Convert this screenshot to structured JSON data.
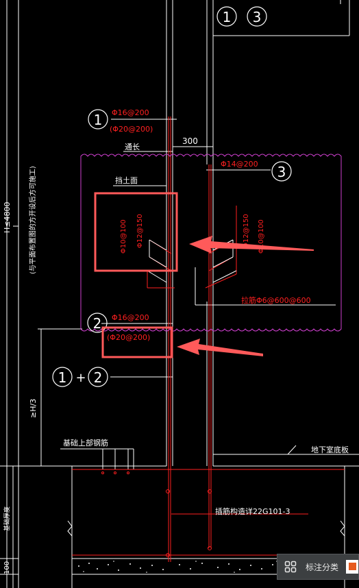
{
  "drawing": {
    "bubble_1": "1",
    "bubble_2": "2",
    "bubble_3": "3",
    "plus": "+",
    "rebar_1_main": "Φ16@200",
    "rebar_1_alt": "(Φ20@200)",
    "through_length": "通长",
    "dim_300": "300",
    "rebar_3": "Φ14@200",
    "retaining_face": "挡土面",
    "rebar_left_outer": "Φ10@100",
    "rebar_left_inner": "Φ12@150",
    "rebar_right_outer": "Φ12@150",
    "rebar_right_inner": "Φ10@100",
    "tie_bars": "拉筋Φ6@600@600",
    "rebar_2_main": "Φ16@200",
    "rebar_2_alt": "(Φ20@200)",
    "height_note": "H≤4800",
    "layout_note": "(与平面布置图的方开设后方可施工)",
    "h_third": "≥H/3",
    "foundation_top": "基础上部钢筋",
    "basement_floor": "地下室底板",
    "anchor_note": "插筋构造详22G101-3",
    "foundation_dim": "基础厚度",
    "bottom_dim": "100"
  },
  "toolbar": {
    "grid_icon": "grid-icon",
    "label": "标注分类",
    "swatch_color": "#e65a1e"
  },
  "colors": {
    "white_line": "#ffffff",
    "red_line": "#ff2020",
    "magenta": "#d040d0",
    "highlight": "#ff5a5a"
  }
}
